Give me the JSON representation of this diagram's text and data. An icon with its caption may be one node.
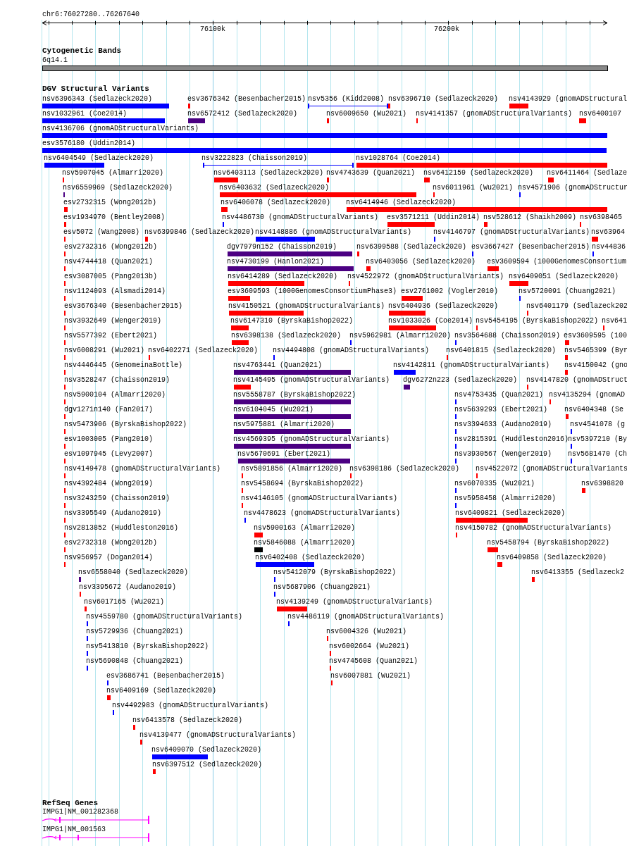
{
  "diagram": {
    "labels": [
      "chr6:76027280..76267640",
      "76100k",
      "76200k",
      "Cytogenetic Bands",
      "6q14.1",
      "DGV Structural Variants",
      "nsv6396343 (Sedlazeck2020)",
      "esv3676342 (Besenbacher2015)",
      "nsv5356 (Kidd2008)",
      "nsv6396710 (Sedlazeck2020)",
      "nsv4143929 (gnomADStructural",
      "nsv1032961 (Coe2014)",
      "nsv6572412 (Sedlazeck2020)",
      "nsv6009650 (Wu2021)",
      "nsv4141357 (gnomADStructuralVariants)",
      "nsv6400107",
      "nsv4136706 (gnomADStructuralVariants)",
      "esv3576180 (Uddin2014)",
      "nsv6404549 (Sedlazeck2020)",
      "nsv3222823 (Chaisson2019)",
      "nsv1028764 (Coe2014)",
      "nsv5907045 (Almarri2020)",
      "nsv6403113 (Sedlazeck2020)",
      "nsv4743639 (Quan2021)",
      "nsv6412159 (Sedlazeck2020)",
      "nsv6411464 (Sedlaze",
      "nsv6559969 (Sedlazeck2020)",
      "nsv6403632 (Sedlazeck2020)",
      "nsv6011961 (Wu2021)",
      "nsv4571906 (gnomADStructur",
      "esv2732315 (Wong2012b)",
      "nsv6406078 (Sedlazeck2020)",
      "nsv6414946 (Sedlazeck2020)",
      "esv1934970 (Bentley2008)",
      "nsv4486730 (gnomADStructuralVariants)",
      "esv3571211 (Uddin2014)",
      "nsv528612 (Shaikh2009)",
      "nsv6398465",
      "esv5072 (Wang2008)",
      "nsv6399846 (Sedlazeck2020)",
      "nsv4148886 (gnomADStructuralVariants)",
      "nsv4146797 (gnomADStructuralVariants)",
      "nsv63964",
      "esv2732316 (Wong2012b)",
      "dgv7979n152 (Chaisson2019)",
      "nsv6399588 (Sedlazeck2020)",
      "esv3667427 (Besenbacher2015)",
      "nsv44836",
      "nsv4744418 (Quan2021)",
      "nsv4730199 (Hanlon2021)",
      "nsv6403056 (Sedlazeck2020)",
      "esv3609594 (1000GenomesConsortium",
      "esv3087005 (Pang2013b)",
      "nsv6414289 (Sedlazeck2020)",
      "nsv4522972 (gnomADStructuralVariants)",
      "nsv6409051 (Sedlazeck2020)",
      "nsv1124093 (Alsmadi2014)",
      "esv3609593 (1000GenomesConsortiumPhase3)",
      "esv2761002 (Vogler2010)",
      "nsv5720091 (Chuang2021)",
      "esv3676340 (Besenbacher2015)",
      "nsv4150521 (gnomADStructuralVariants)",
      "nsv6404936 (Sedlazeck2020)",
      "nsv6401179 (Sedlazeck202",
      "nsv3932649 (Wenger2019)",
      "nsv6147310 (ByrskaBishop2022)",
      "nsv1033026 (Coe2014)",
      "nsv5454195 (ByrskaBishop2022)",
      "nsv641",
      "nsv5577392 (Ebert2021)",
      "nsv6398138 (Sedlazeck2020)",
      "nsv5962981 (Almarri2020)",
      "nsv3564688 (Chaisson2019)",
      "esv3609595 (100",
      "nsv6008291 (Wu2021)",
      "nsv6402271 (Sedlazeck2020)",
      "nsv4494808 (gnomADStructuralVariants)",
      "nsv6401815 (Sedlazeck2020)",
      "nsv5465399 (Byr",
      "nsv4446445 (GenomeinaBottle)",
      "nsv4763441 (Quan2021)",
      "nsv4142811 (gnomADStructuralVariants)",
      "nsv4150042 (gno",
      "nsv3528247 (Chaisson2019)",
      "nsv4145495 (gnomADStructuralVariants)",
      "dgv6272n223 (Sedlazeck2020)",
      "nsv4147820 (gnomADStruct",
      "nsv5900104 (Almarri2020)",
      "nsv5558787 (ByrskaBishop2022)",
      "nsv4753435 (Quan2021)",
      "nsv4135294 (gnomAD",
      "dgv1271n140 (Fan2017)",
      "nsv6104045 (Wu2021)",
      "nsv5639293 (Ebert2021)",
      "nsv6404348 (Se",
      "nsv5473906 (ByrskaBishop2022)",
      "nsv5975881 (Almarri2020)",
      "nsv3394633 (Audano2019)",
      "nsv4541078 (g",
      "esv1003005 (Pang2010)",
      "nsv4569395 (gnomADStructuralVariants)",
      "nsv2815391 (Huddleston2016)",
      "nsv5397210 (By",
      "esv1097945 (Levy2007)",
      "nsv5670691 (Ebert2021)",
      "nsv3930567 (Wenger2019)",
      "nsv5681470 (Ch",
      "nsv4149478 (gnomADStructuralVariants)",
      "nsv5891856 (Almarri2020)",
      "nsv6398186 (Sedlazeck2020)",
      "nsv4522072 (gnomADStructuralVariants",
      "nsv4392484 (Wong2019)",
      "nsv5458694 (ByrskaBishop2022)",
      "nsv6070335 (Wu2021)",
      "nsv6398820",
      "nsv3243259 (Chaisson2019)",
      "nsv4146105 (gnomADStructuralVariants)",
      "nsv5958458 (Almarri2020)",
      "nsv3395549 (Audano2019)",
      "nsv4478623 (gnomADStructuralVariants)",
      "nsv6409821 (Sedlazeck2020)",
      "nsv2813852 (Huddleston2016)",
      "nsv5900163 (Almarri2020)",
      "nsv4150782 (gnomADStructuralVariants)",
      "esv2732318 (Wong2012b)",
      "nsv5846088 (Almarri2020)",
      "nsv5458794 (ByrskaBishop2022)",
      "nsv956957 (Dogan2014)",
      "nsv6402408 (Sedlazeck2020)",
      "nsv6409858 (Sedlazeck2020)",
      "nsv6558040 (Sedlazeck2020)",
      "nsv5412079 (ByrskaBishop2022)",
      "nsv6413355 (Sedlazeck2",
      "nsv3395672 (Audano2019)",
      "nsv5687906 (Chuang2021)",
      "nsv6017165 (Wu2021)",
      "nsv4139249 (gnomADStructuralVariants)",
      "nsv4559780 (gnomADStructuralVariants)",
      "nsv4486119 (gnomADStructuralVariants)",
      "nsv5729936 (Chuang2021)",
      "nsv6004326 (Wu2021)",
      "nsv5413810 (ByrskaBishop2022)",
      "nsv6002664 (Wu2021)",
      "nsv5690848 (Chuang2021)",
      "nsv4745608 (Quan2021)",
      "esv3686741 (Besenbacher2015)",
      "nsv6007881 (Wu2021)",
      "nsv6409169 (Sedlazeck2020)",
      "nsv4492983 (gnomADStructuralVariants)",
      "nsv6413578 (Sedlazeck2020)",
      "nsv4139477 (gnomADStructuralVariants)",
      "nsv6409070 (Sedlazeck2020)",
      "nsv6397512 (Sedlazeck2020)",
      "RefSeq Genes",
      "IMPG1|NM_001282368",
      "IMPG1|NM_001563"
    ]
  }
}
